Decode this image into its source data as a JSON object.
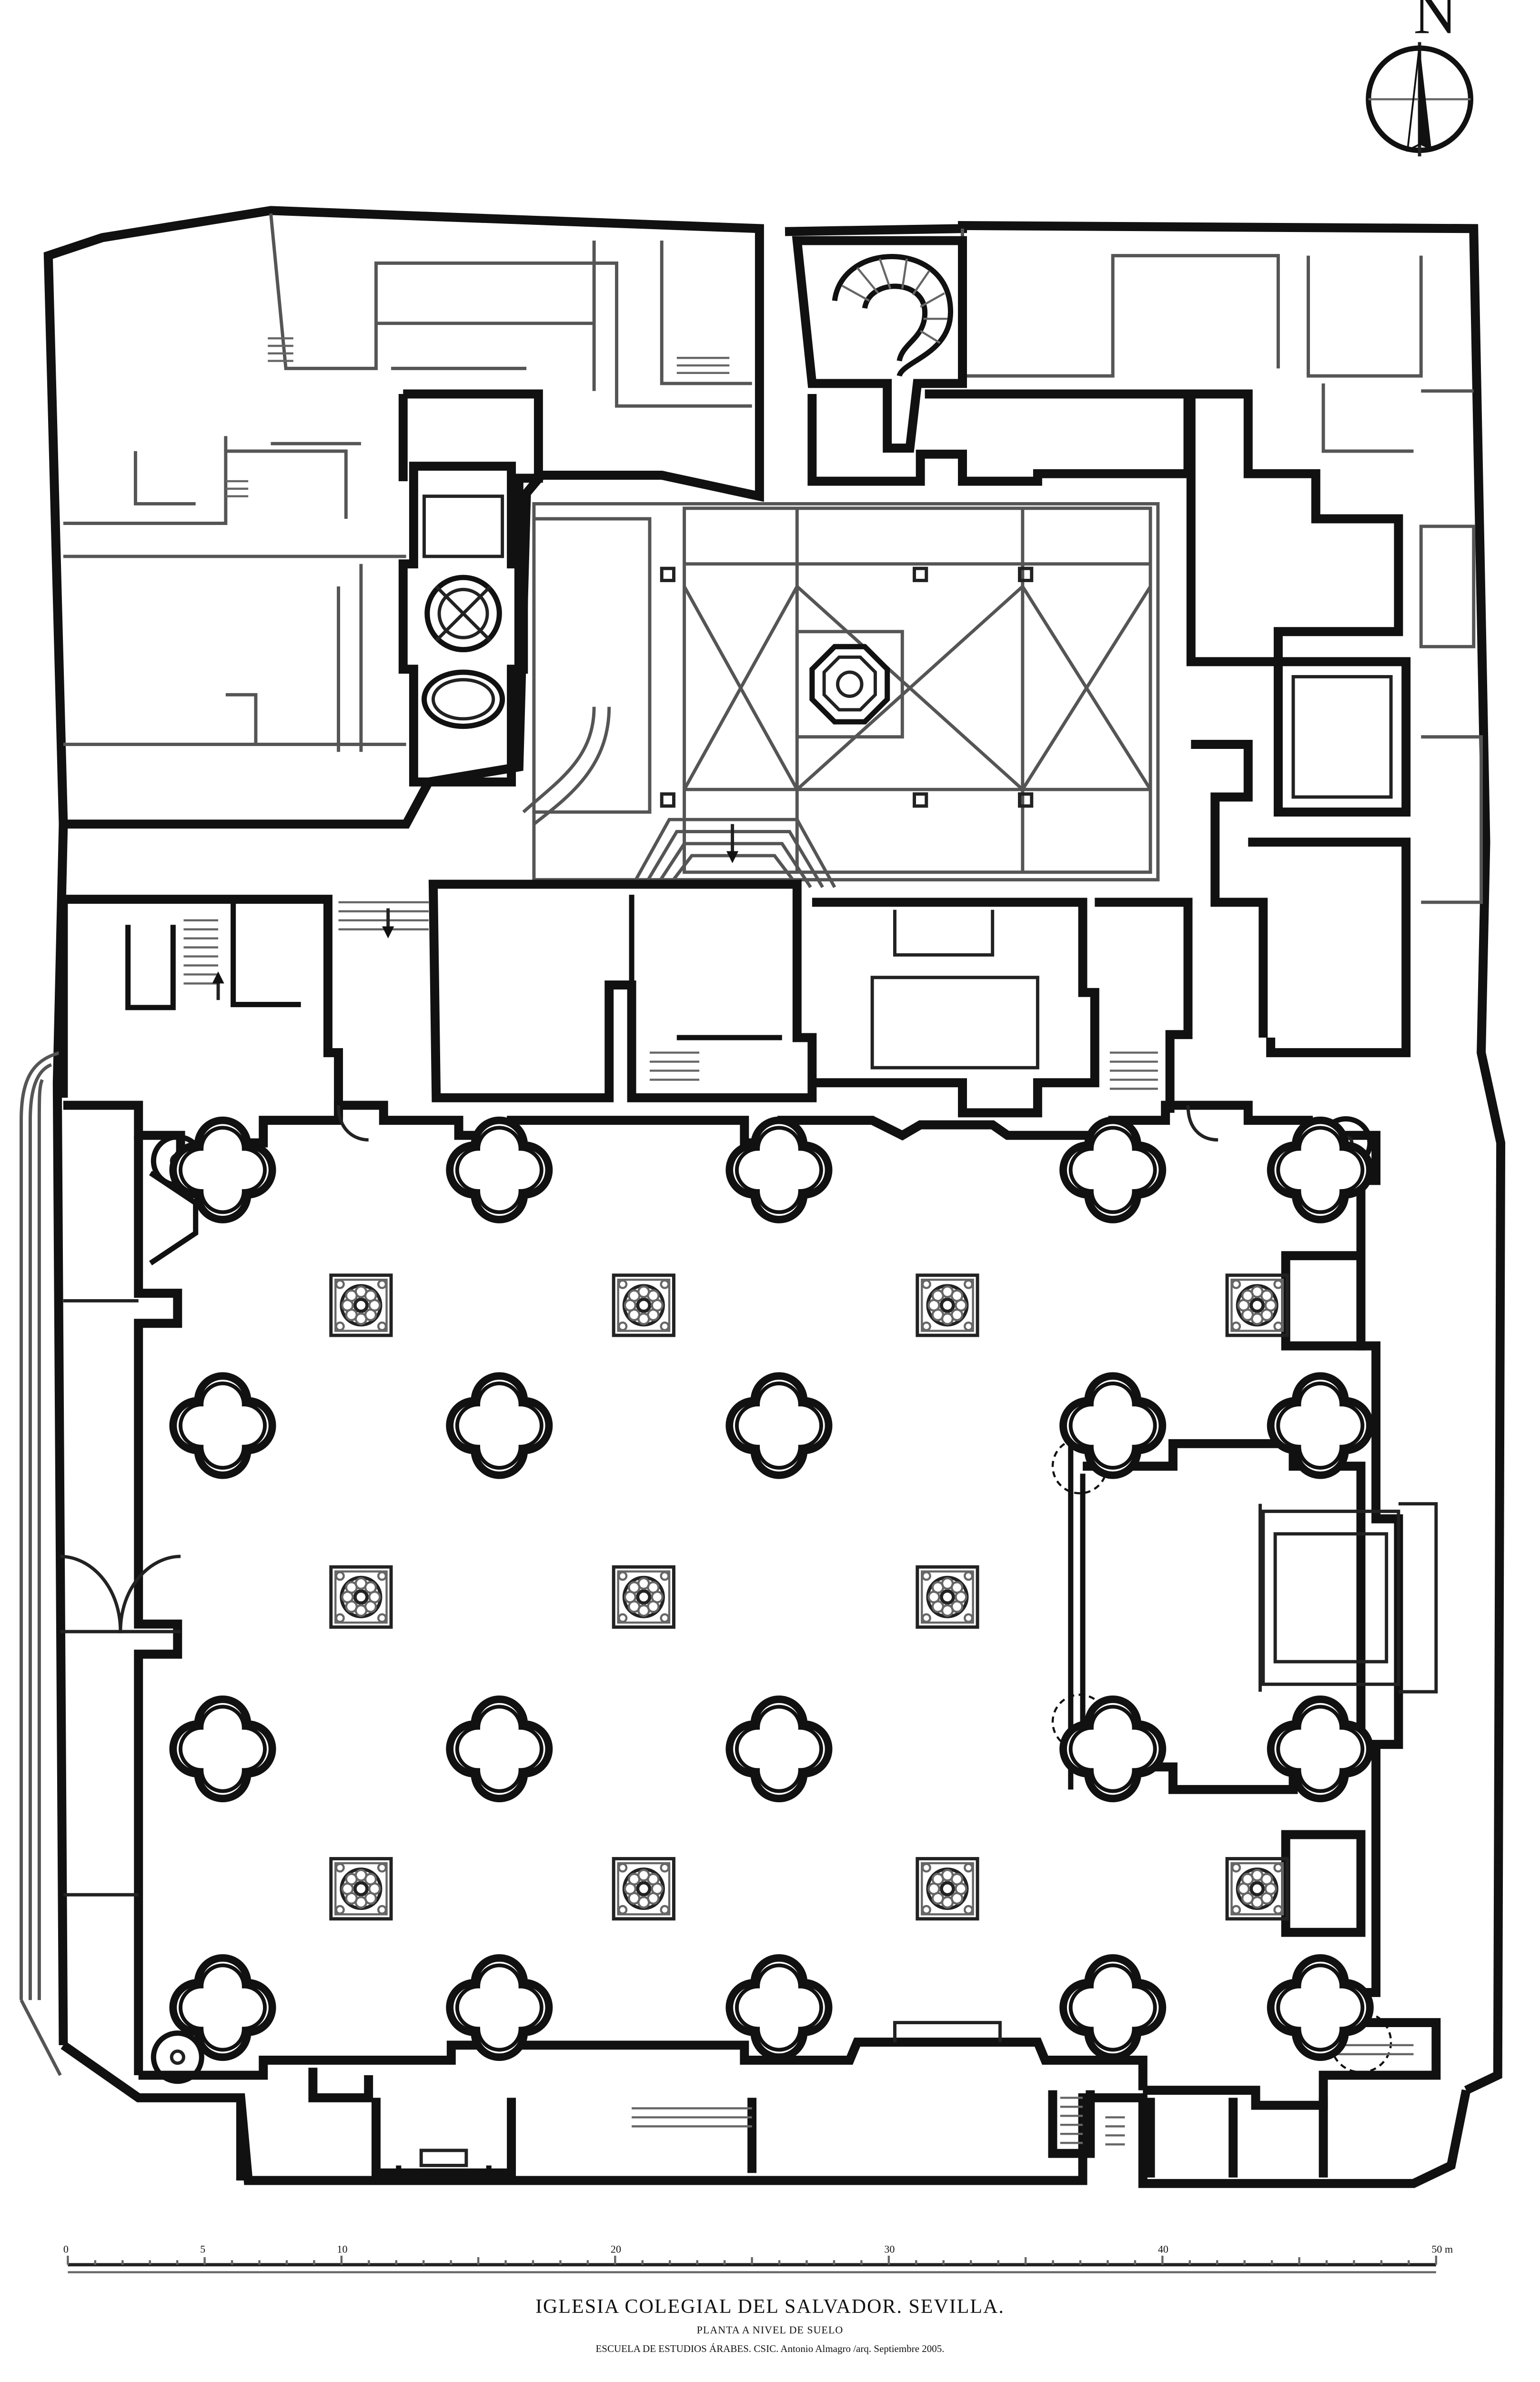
{
  "north_arrow": {
    "letter": "N",
    "icon": "north-arrow-icon"
  },
  "scale_bar": {
    "ticks": [
      "0",
      "5",
      "10",
      "20",
      "30",
      "40",
      "50 m"
    ],
    "tick_values_m": [
      0,
      5,
      10,
      20,
      30,
      40,
      50
    ]
  },
  "title_block": {
    "title": "IGLESIA COLEGIAL DEL SALVADOR. SEVILLA.",
    "subtitle": "PLANTA A NIVEL DE SUELO",
    "credit": "ESCUELA DE ESTUDIOS ÁRABES. CSIC. Antonio Almagro /arq. Septiembre 2005."
  },
  "colors": {
    "ink": "#111111",
    "paper": "#ffffff",
    "grey_line": "#555555"
  }
}
